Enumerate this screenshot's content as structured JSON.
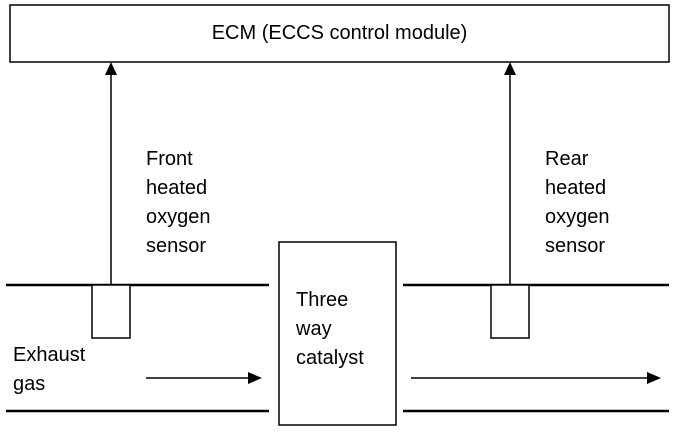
{
  "ecm": {
    "label": "ECM (ECCS control module)"
  },
  "front_sensor": {
    "lines": [
      "Front",
      "heated",
      "oxygen",
      "sensor"
    ]
  },
  "rear_sensor": {
    "lines": [
      "Rear",
      "heated",
      "oxygen",
      "sensor"
    ]
  },
  "catalyst": {
    "lines": [
      "Three",
      "way",
      "catalyst"
    ]
  },
  "exhaust": {
    "lines": [
      "Exhaust",
      "gas"
    ]
  },
  "colors": {
    "ink": "#000000",
    "background": "#ffffff"
  }
}
